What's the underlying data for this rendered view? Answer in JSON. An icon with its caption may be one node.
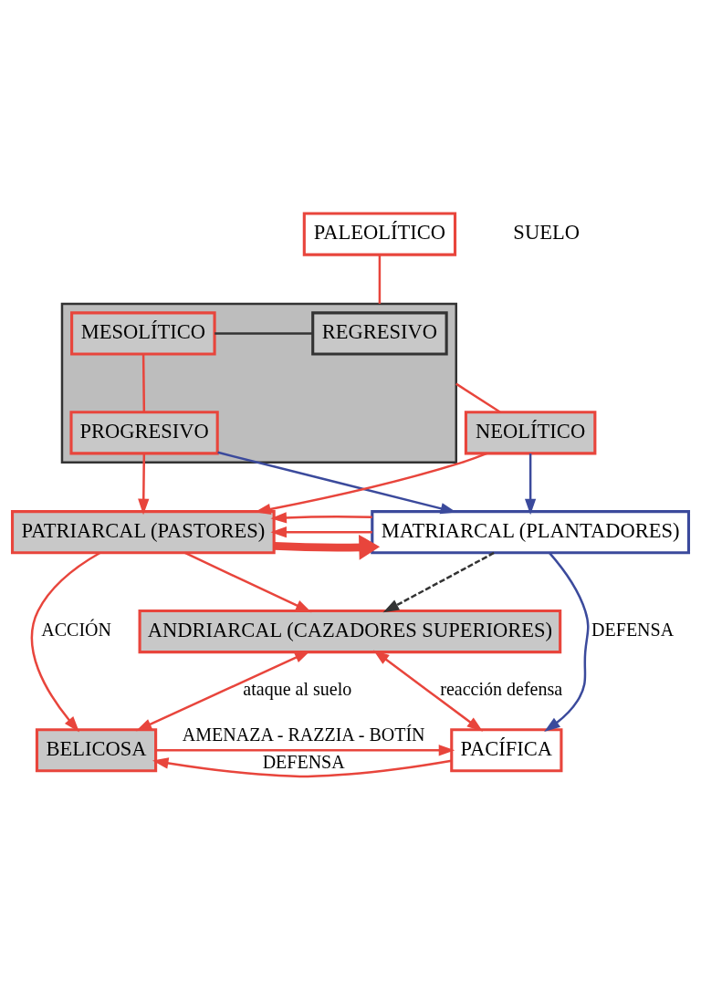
{
  "diagram": {
    "nodes": [
      {
        "text": [
          "PALEOLÍTICO"
        ]
      },
      {
        "text": [],
        "shape": "box"
      },
      {
        "text": [
          "REGRESIVO"
        ],
        "in": 1
      },
      {
        "text": [
          "MESOLÍTICO"
        ],
        "in": 1
      },
      {
        "text": [
          "PROGRESIVO"
        ],
        "in": 1
      },
      {
        "text": [
          "NEOLÍTICO"
        ]
      },
      {
        "text": [
          "PATRIARCAL (PASTORES)"
        ]
      },
      {
        "text": [
          "MATRIARCAL (PLANTADORES)"
        ]
      },
      {
        "text": [
          "ANDRIARCAL (CAZADORES SUPERIORES)"
        ]
      },
      {
        "text": [
          "BELICOSA"
        ]
      },
      {
        "text": [
          "PACÍFICA"
        ]
      }
    ],
    "edges": [
      {
        "from": 0,
        "to": 1,
        "arrow": "none"
      },
      {
        "from": 3,
        "to": 2,
        "arrow": "none",
        "color": "#333333"
      },
      {
        "from": 3,
        "to": 4,
        "arrow": "none"
      },
      {
        "from": 1,
        "to": 5,
        "arrow": "none"
      },
      {
        "from": 4,
        "to": 6,
        "arrow": "to"
      },
      {
        "from": 4,
        "to": 7,
        "arrow": "to",
        "color": "#3b4a9c"
      },
      {
        "from": 5,
        "to": 6,
        "arrow": "to"
      },
      {
        "from": 5,
        "to": 7,
        "arrow": "to",
        "color": "#3b4a9c"
      },
      {
        "from": 6,
        "to": 7,
        "arrow": "to",
        "style": "thick"
      },
      {
        "from": 7,
        "to": 6,
        "arrow": "to"
      },
      {
        "from": 7,
        "to": 6,
        "arrow": "to"
      },
      {
        "from": 6,
        "to": 8,
        "arrow": "to"
      },
      {
        "from": 7,
        "to": 8,
        "arrow": "to",
        "style": "dashed",
        "color": "#333333"
      },
      {
        "from": 6,
        "to": 9,
        "arrow": "to",
        "label": "ACCIÓN"
      },
      {
        "from": 8,
        "to": 9,
        "arrow": "both",
        "label": "ataque al suelo"
      },
      {
        "from": 8,
        "to": 10,
        "arrow": "both",
        "label": "reacción defensa"
      },
      {
        "from": 7,
        "to": 10,
        "arrow": "to",
        "color": "#3b4a9c",
        "label": "DEFENSA"
      },
      {
        "from": 10,
        "to": 9,
        "arrow": "to",
        "label": "DEFENSA"
      },
      {
        "from": 9,
        "to": 10,
        "arrow": "to",
        "label": "AMENAZA - RAZZIA - BOTÍN"
      }
    ],
    "labels": [
      "SUELO"
    ]
  }
}
